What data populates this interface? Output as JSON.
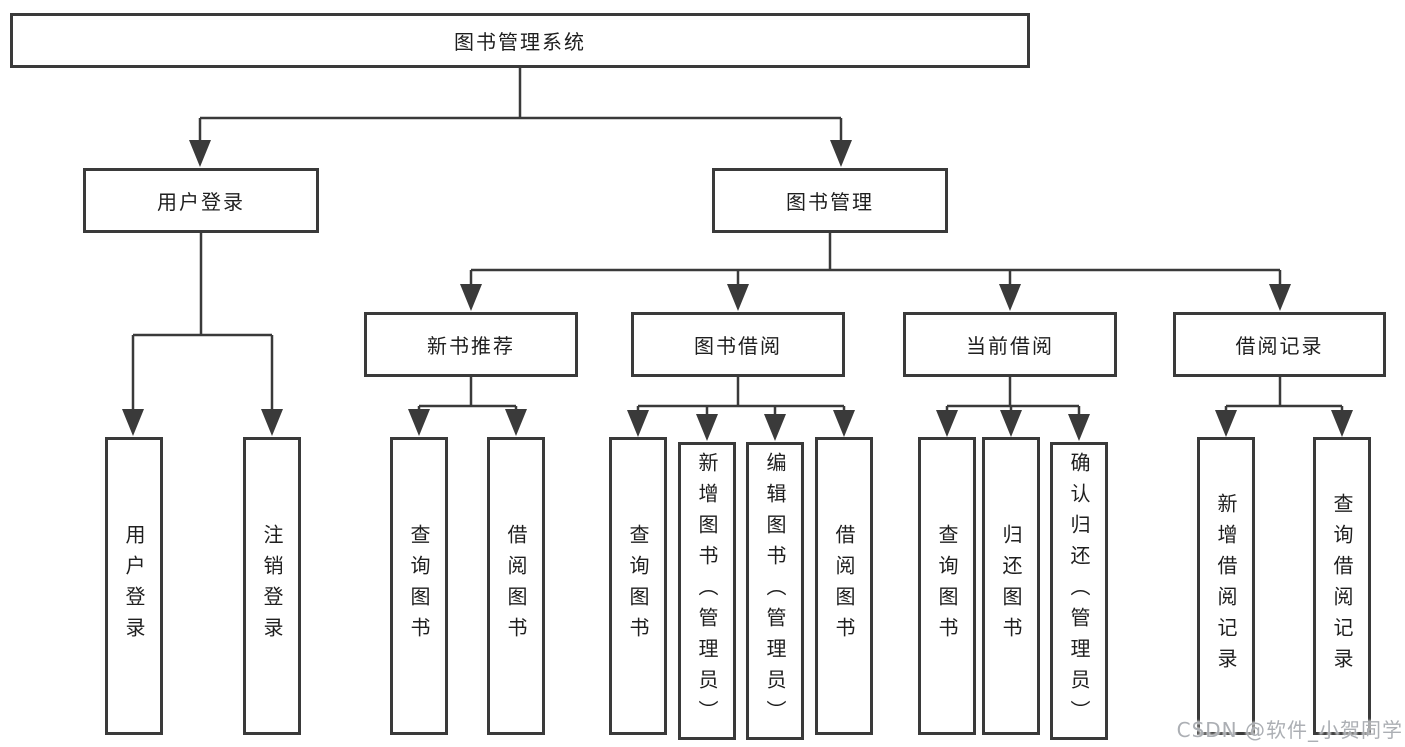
{
  "tree": {
    "label": "图书管理系统",
    "children": [
      {
        "label": "用户登录",
        "children": [
          {
            "label": "用户登录"
          },
          {
            "label": "注销登录"
          }
        ]
      },
      {
        "label": "图书管理",
        "children": [
          {
            "label": "新书推荐",
            "children": [
              {
                "label": "查询图书"
              },
              {
                "label": "借阅图书"
              }
            ]
          },
          {
            "label": "图书借阅",
            "children": [
              {
                "label": "查询图书"
              },
              {
                "label": "新增图书（管理员）"
              },
              {
                "label": "编辑图书（管理员）"
              },
              {
                "label": "借阅图书"
              }
            ]
          },
          {
            "label": "当前借阅",
            "children": [
              {
                "label": "查询图书"
              },
              {
                "label": "归还图书"
              },
              {
                "label": "确认归还（管理员）"
              }
            ]
          },
          {
            "label": "借阅记录",
            "children": [
              {
                "label": "新增借阅记录"
              },
              {
                "label": "查询借阅记录"
              }
            ]
          }
        ]
      }
    ]
  },
  "watermark": {
    "text": "CSDN @软件_小贺同学",
    "color": "#a8abb0"
  },
  "colors": {
    "line": "#3a3a3a",
    "text": "#1f1f1f",
    "box_bg": "#ffffff"
  }
}
